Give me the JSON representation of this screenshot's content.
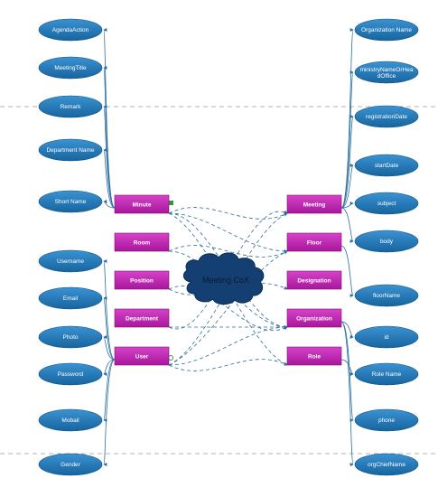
{
  "colors": {
    "ellipse": "#1a6fae",
    "ellipse_light": "#3b93d1",
    "entity": "#b51ea9",
    "entity_light": "#d443c8",
    "cloud": "#143f73",
    "connector": "#2b6f9e",
    "link": "#2f6f8f",
    "separator": "#9a9a9a"
  },
  "center": {
    "label": "Meeting CoX"
  },
  "left_attributes": [
    "AgendaAction",
    "MeetingTitle",
    "Remark",
    "Department Name",
    "Short Name",
    "Username",
    "Email",
    "Photo",
    "Password",
    "Mobail",
    "Gender"
  ],
  "left_entities": [
    "Minute",
    "Room",
    "Position",
    "Department",
    "User"
  ],
  "right_entities": [
    "Meeting",
    "Floor",
    "Designation",
    "Organization",
    "Role"
  ],
  "right_attributes": [
    "Organization Name",
    "ministryNameOrHeadOffice",
    "registrationDate",
    "startDate",
    "subject",
    "body",
    "floorName",
    "id",
    "Role Name",
    "phone",
    "orgChiefName"
  ]
}
